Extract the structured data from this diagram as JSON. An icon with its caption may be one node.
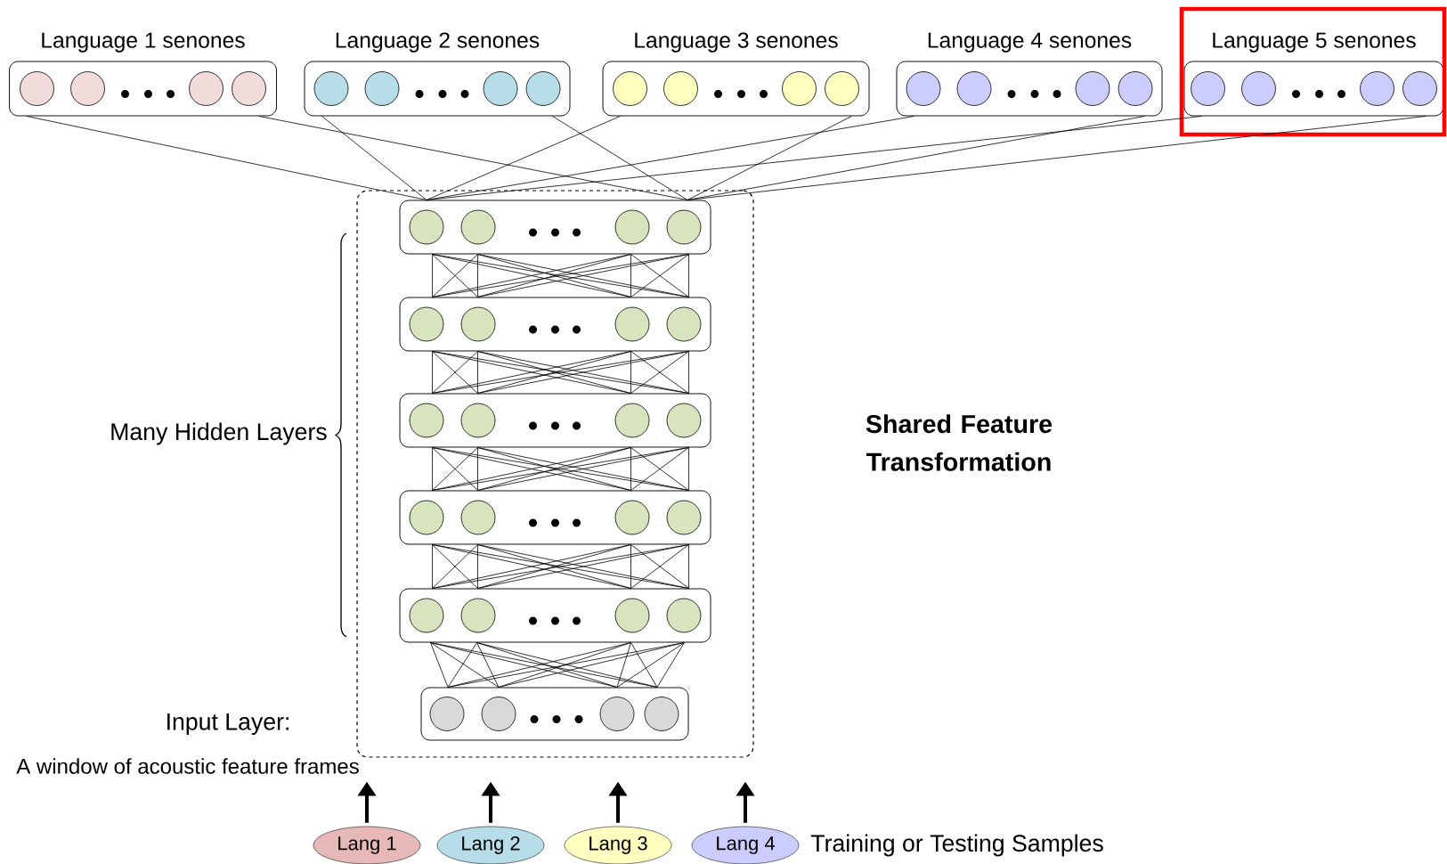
{
  "diagram": {
    "nodes": [
      {
        "text": [
          "Language 1 senones"
        ]
      },
      {
        "text": [
          "Language 2 senones"
        ]
      },
      {
        "text": [
          "Language 3 senones"
        ]
      },
      {
        "text": [
          "Language 4 senones"
        ]
      },
      {
        "text": [
          "Language 5 senones"
        ]
      },
      {
        "text": [],
        "shape": "box"
      },
      {
        "text": [],
        "shape": "box",
        "in": 5
      },
      {
        "text": [],
        "shape": "box",
        "in": 5
      },
      {
        "text": [],
        "shape": "box",
        "in": 5
      },
      {
        "text": [],
        "shape": "box",
        "in": 5
      },
      {
        "text": [],
        "shape": "box",
        "in": 5
      },
      {
        "text": [],
        "shape": "box",
        "in": 5
      },
      {
        "text": [
          "Lang 1"
        ]
      },
      {
        "text": [
          "Lang 2"
        ]
      },
      {
        "text": [
          "Lang 3"
        ]
      },
      {
        "text": [
          "Lang 4"
        ]
      }
    ],
    "edges": [
      {
        "from": 0,
        "to": 6,
        "arrow": "none"
      },
      {
        "from": 0,
        "to": 6,
        "arrow": "none"
      },
      {
        "from": 1,
        "to": 6,
        "arrow": "none"
      },
      {
        "from": 1,
        "to": 6,
        "arrow": "none"
      },
      {
        "from": 2,
        "to": 6,
        "arrow": "none"
      },
      {
        "from": 2,
        "to": 6,
        "arrow": "none"
      },
      {
        "from": 3,
        "to": 6,
        "arrow": "none"
      },
      {
        "from": 3,
        "to": 6,
        "arrow": "none"
      },
      {
        "from": 4,
        "to": 6,
        "arrow": "none"
      },
      {
        "from": 4,
        "to": 6,
        "arrow": "none"
      },
      {
        "from": 7,
        "to": 6,
        "arrow": "none"
      },
      {
        "from": 8,
        "to": 7,
        "arrow": "none"
      },
      {
        "from": 9,
        "to": 8,
        "arrow": "none"
      },
      {
        "from": 10,
        "to": 9,
        "arrow": "none"
      },
      {
        "from": 11,
        "to": 10,
        "arrow": "none"
      },
      {
        "from": 12,
        "to": 5,
        "arrow": "to",
        "style": "thick"
      },
      {
        "from": 13,
        "to": 5,
        "arrow": "to",
        "style": "thick"
      },
      {
        "from": 14,
        "to": 5,
        "arrow": "to",
        "style": "thick"
      },
      {
        "from": 15,
        "to": 5,
        "arrow": "to",
        "style": "thick"
      }
    ],
    "labels": [
      "Shared Feature Transformation",
      "Many Hidden Layers",
      "Input Layer:",
      "A window of acoustic feature frames",
      "Training or Testing Samples"
    ]
  }
}
